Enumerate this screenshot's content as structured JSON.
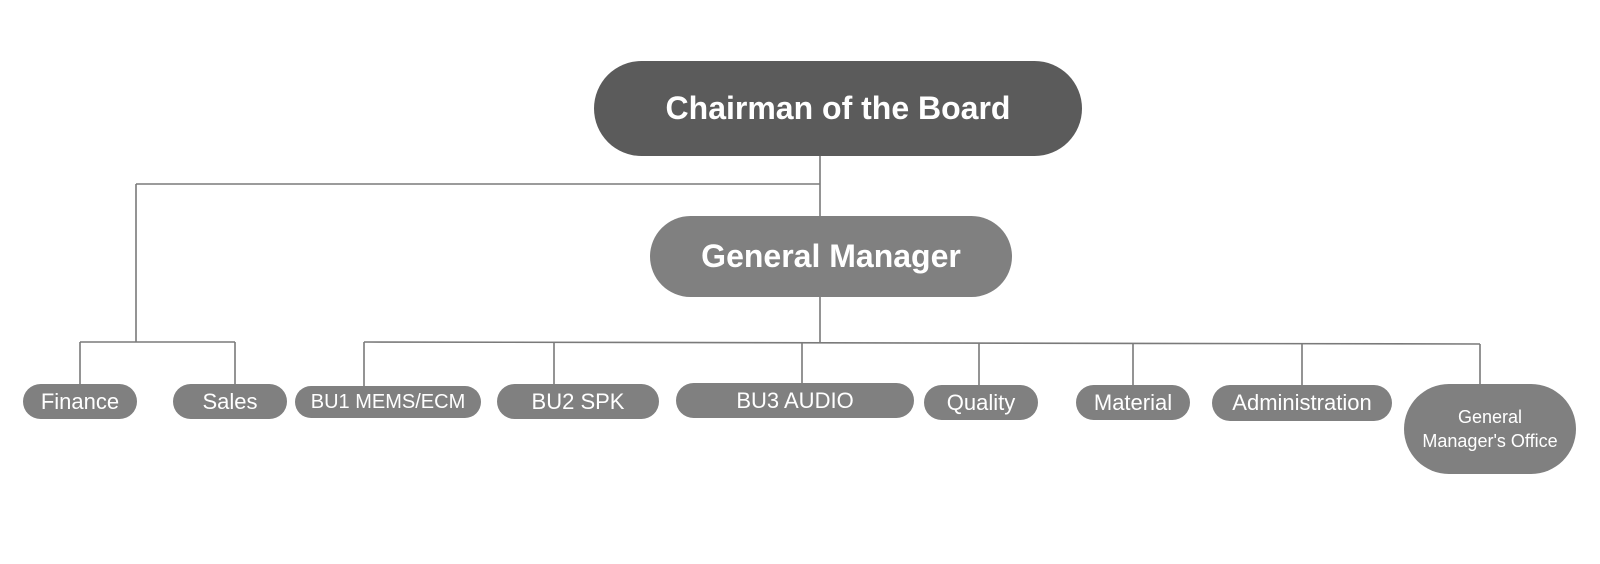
{
  "chart": {
    "top": {
      "label": "Chairman of the Board"
    },
    "manager": {
      "label": "General Manager"
    },
    "departments": [
      {
        "label": "Finance"
      },
      {
        "label": "Sales"
      },
      {
        "label": "BU1 MEMS/ECM"
      },
      {
        "label": "BU2 SPK"
      },
      {
        "label": "BU3 AUDIO"
      },
      {
        "label": "Quality"
      },
      {
        "label": "Material"
      },
      {
        "label": "Administration"
      },
      {
        "label": "General Manager's Office"
      }
    ]
  },
  "colors": {
    "top_fill": "#5b5b5b",
    "node_fill": "#808080",
    "connector": "#7a7a7a",
    "text": "#ffffff"
  }
}
